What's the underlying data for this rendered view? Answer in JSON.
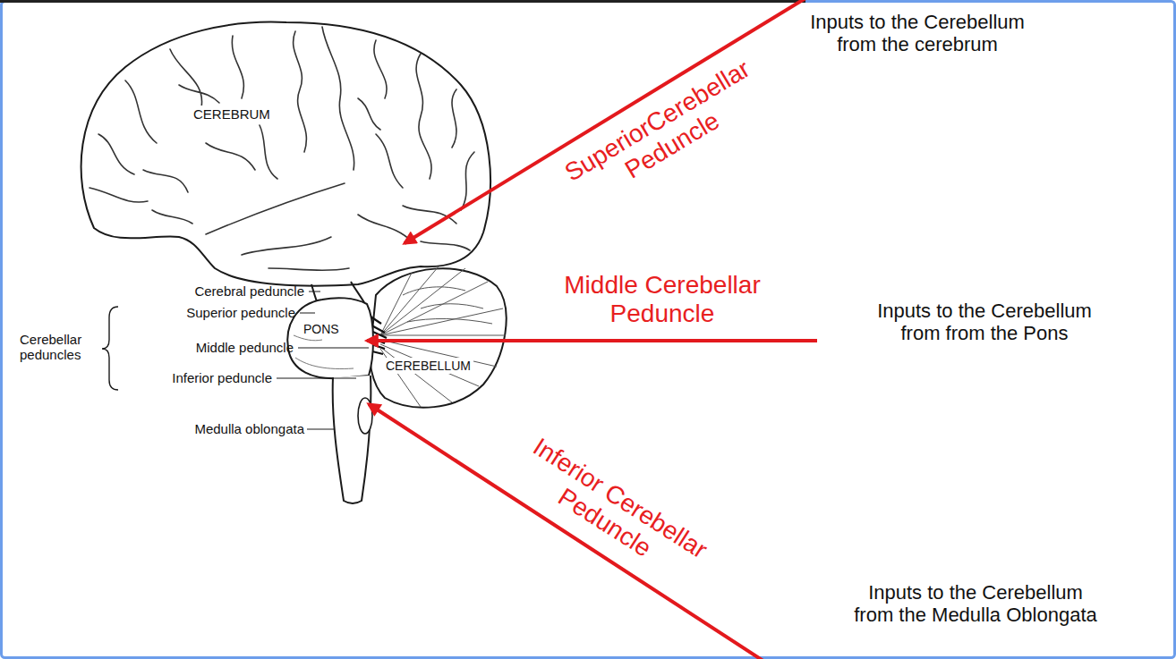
{
  "diagram": {
    "labels": [
      "CEREBRUM",
      "SuperiorCerebellar Peduncle",
      "Inputs to the Cerebellum from the cerebrum",
      "Cerebral peduncle",
      "Superior peduncle",
      "PONS",
      "Cerebellar peduncles",
      "Middle peduncle",
      "Middle Cerebellar Peduncle",
      "Inputs to the Cerebellum from from the Pons",
      "CEREBELLUM",
      "Inferior peduncle",
      "Medulla oblongata",
      "Inferior Cerebellar Peduncle",
      "Inputs to the Cerebellum from the Medulla Oblongata"
    ]
  }
}
